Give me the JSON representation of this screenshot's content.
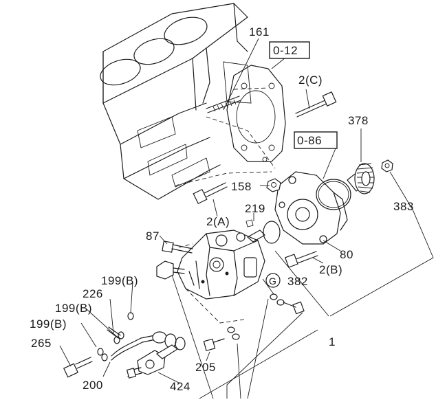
{
  "diagram": {
    "type": "exploded-parts-view",
    "part_labels": {
      "p161": "161",
      "p0_12": "0-12",
      "p2C": "2(C)",
      "p378": "378",
      "p0_86": "0-86",
      "p158": "158",
      "p383": "383",
      "p219": "219",
      "p2A": "2(A)",
      "p87": "87",
      "p80": "80",
      "p2B": "2(B)",
      "p382": "382",
      "pG": "G",
      "p199B_1": "199(B)",
      "p226": "226",
      "p199B_2": "199(B)",
      "p199B_3": "199(B)",
      "p265": "265",
      "p1": "1",
      "p205": "205",
      "p200": "200",
      "p424": "424"
    }
  }
}
